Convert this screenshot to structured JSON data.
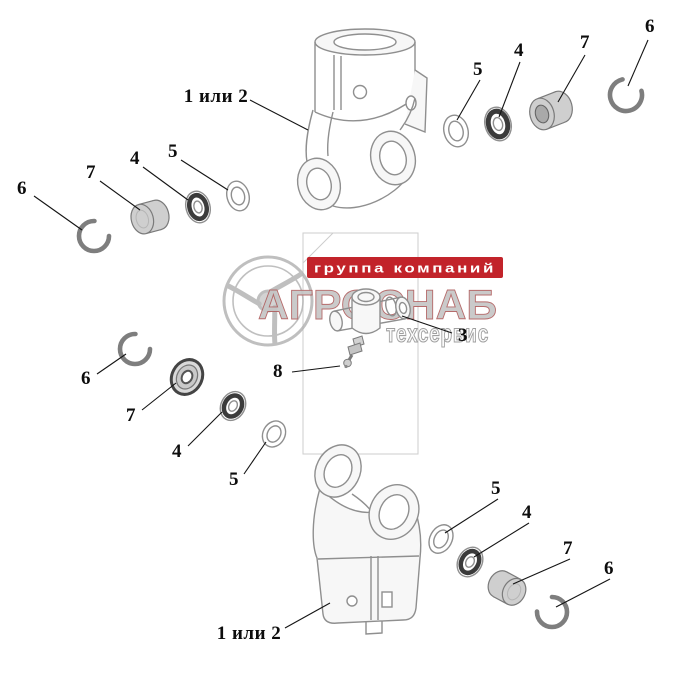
{
  "watermark": {
    "banner_text": "группа компаний",
    "brand_text": "АГРОСНАБ",
    "sub_text": "техсервис",
    "banner_color": "#c2232a"
  },
  "callouts": [
    {
      "label": "1 или 2"
    },
    {
      "label": "5"
    },
    {
      "label": "4"
    },
    {
      "label": "7"
    },
    {
      "label": "6"
    },
    {
      "label": "6"
    },
    {
      "label": "7"
    },
    {
      "label": "4"
    },
    {
      "label": "5"
    },
    {
      "label": "3"
    },
    {
      "label": "8"
    },
    {
      "label": "6"
    },
    {
      "label": "7"
    },
    {
      "label": "4"
    },
    {
      "label": "5"
    },
    {
      "label": "5"
    },
    {
      "label": "4"
    },
    {
      "label": "7"
    },
    {
      "label": "6"
    },
    {
      "label": "1 или 2"
    }
  ]
}
